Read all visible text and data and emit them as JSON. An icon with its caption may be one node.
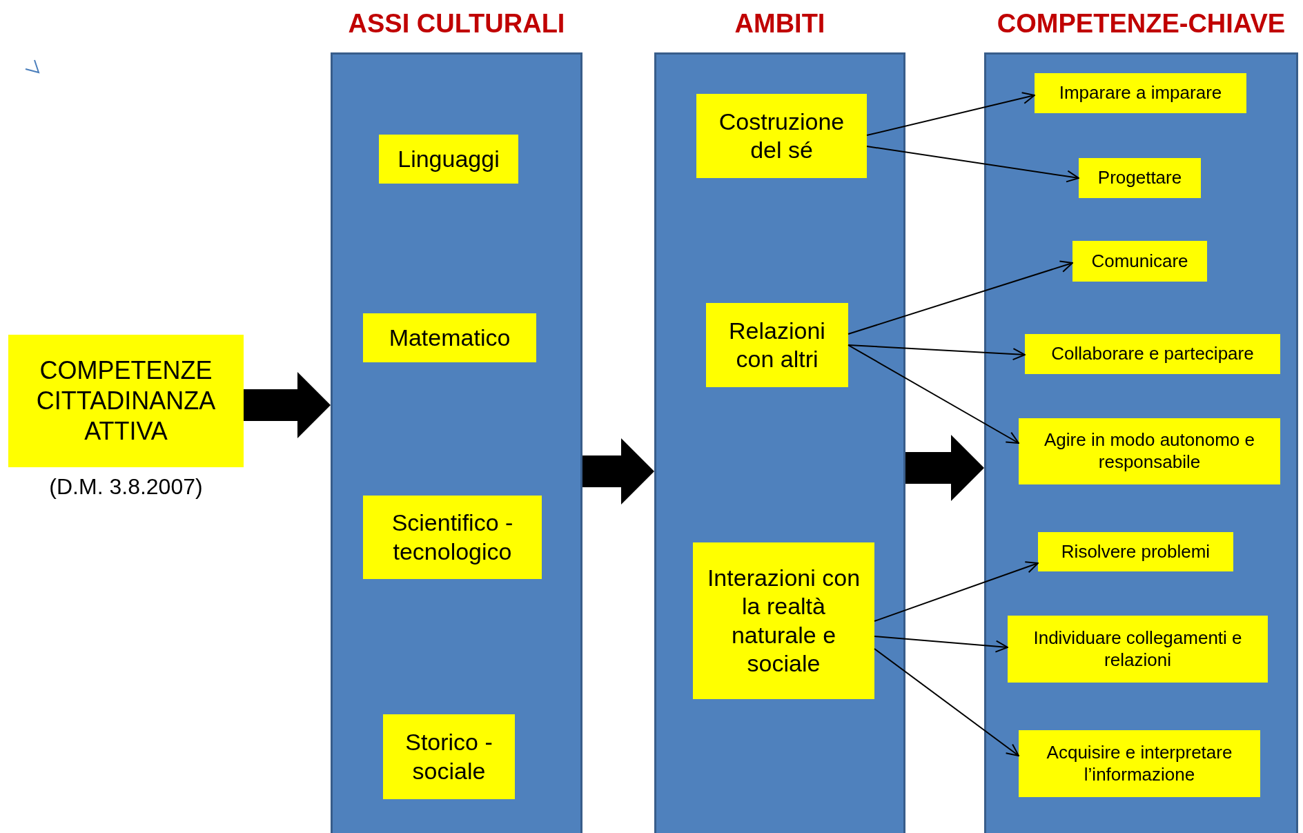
{
  "diagram": {
    "nodes": [
      {
        "text": [
          "COMPETENZE CITTADINANZA ATTIVA"
        ],
        "beside": [
          "(D.M. 3.8.2007)"
        ]
      },
      {
        "text": [
          "ASSI CULTURALI"
        ]
      },
      {
        "text": [
          "Linguaggi"
        ],
        "in": 1
      },
      {
        "text": [
          "Matematico"
        ],
        "in": 1
      },
      {
        "text": [
          "Scientifico -tecnologico"
        ],
        "in": 1
      },
      {
        "text": [
          "Storico -sociale"
        ],
        "in": 1
      },
      {
        "text": [
          "AMBITI"
        ]
      },
      {
        "text": [
          "Costruzione del sé"
        ],
        "in": 6
      },
      {
        "text": [
          "Relazioni con altri"
        ],
        "in": 6
      },
      {
        "text": [
          "Interazioni con la realtà naturale e sociale"
        ],
        "in": 6
      },
      {
        "text": [
          "COMPETENZE-CHIAVE"
        ]
      },
      {
        "text": [
          "Imparare a imparare"
        ],
        "in": 10
      },
      {
        "text": [
          "Progettare"
        ],
        "in": 10
      },
      {
        "text": [
          "Comunicare"
        ],
        "in": 10
      },
      {
        "text": [
          "Collaborare e partecipare"
        ],
        "in": 10
      },
      {
        "text": [
          "Agire in modo autonomo e responsabile"
        ],
        "in": 10
      },
      {
        "text": [
          "Risolvere problemi"
        ],
        "in": 10
      },
      {
        "text": [
          "Individuare collegamenti e relazioni"
        ],
        "in": 10
      },
      {
        "text": [
          "Acquisire e interpretare l’informazione"
        ],
        "in": 10
      }
    ],
    "edges": [
      {
        "from": 0,
        "to": 1,
        "arrow": "to",
        "style": "thick"
      },
      {
        "from": 1,
        "to": 6,
        "arrow": "to",
        "style": "thick"
      },
      {
        "from": 6,
        "to": 10,
        "arrow": "to",
        "style": "thick"
      },
      {
        "from": 7,
        "to": 11,
        "arrow": "to"
      },
      {
        "from": 7,
        "to": 12,
        "arrow": "to"
      },
      {
        "from": 8,
        "to": 13,
        "arrow": "to"
      },
      {
        "from": 8,
        "to": 14,
        "arrow": "to"
      },
      {
        "from": 8,
        "to": 15,
        "arrow": "to"
      },
      {
        "from": 9,
        "to": 16,
        "arrow": "to"
      },
      {
        "from": 9,
        "to": 17,
        "arrow": "to"
      },
      {
        "from": 9,
        "to": 18,
        "arrow": "to"
      }
    ]
  }
}
